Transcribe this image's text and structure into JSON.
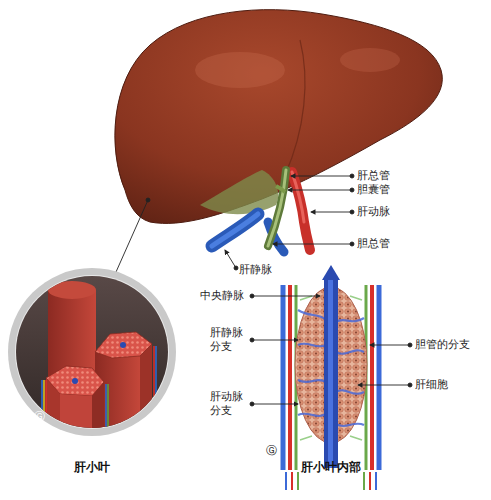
{
  "diagram": {
    "labels": [
      "肝总管",
      "胆囊管",
      "肝动脉",
      "胆总管",
      "©",
      "肝静脉",
      "中央静脉",
      "肝静脉 分支",
      "胆管的分支",
      "肝细胞",
      "肝动脉 分支",
      "Ⓖ",
      "Ⓖ",
      "肝小叶",
      "肝小叶内部"
    ]
  }
}
